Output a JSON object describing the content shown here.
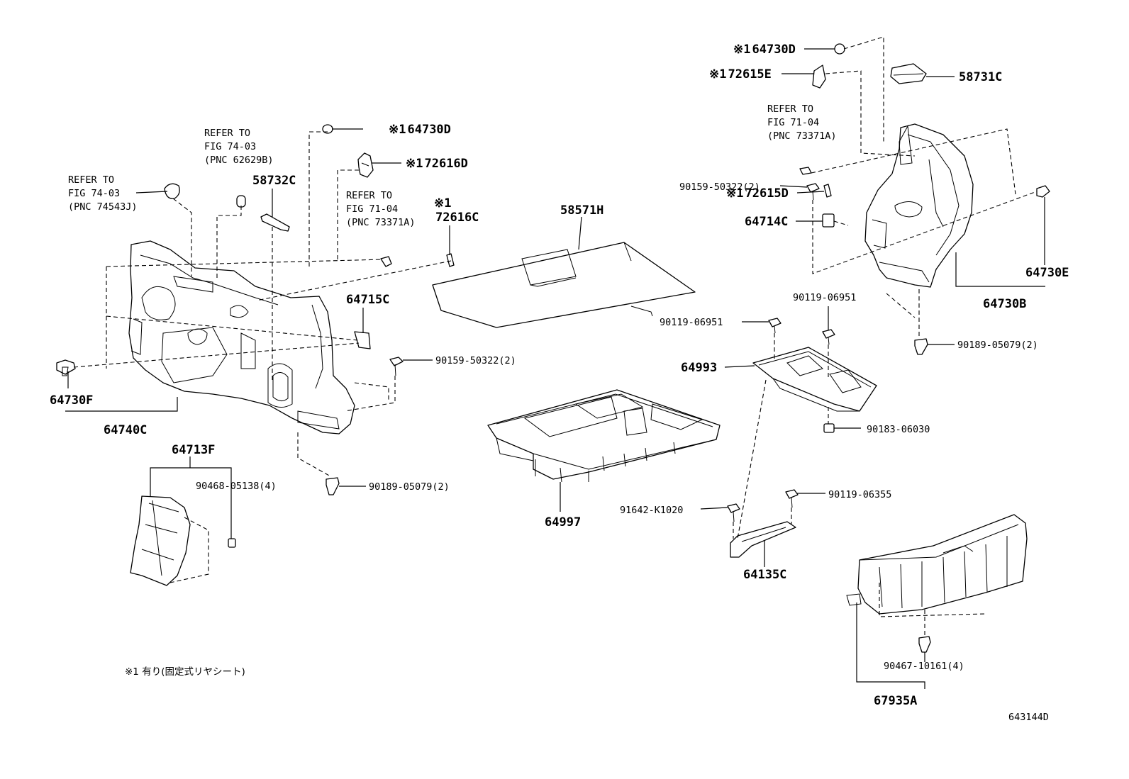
{
  "diagram": {
    "figure_code": "643144D",
    "footnote": "※1 有り(固定式リヤシート)",
    "references": [
      {
        "lines": [
          "REFER TO",
          "FIG 74-03",
          "(PNC 74543J)"
        ]
      },
      {
        "lines": [
          "REFER TO",
          "FIG 74-03",
          "(PNC 62629B)"
        ]
      },
      {
        "lines": [
          "REFER TO",
          "FIG 71-04",
          "(PNC 73371A)"
        ]
      },
      {
        "lines": [
          "REFER TO",
          "FIG 71-04",
          "(PNC 73371A)"
        ]
      }
    ],
    "labels": {
      "p64730D_a": "64730D",
      "p72616D": "72616D",
      "p58732C": "58732C",
      "p72616C": "72616C",
      "p58571H": "58571H",
      "p64715C": "64715C",
      "p90159_a": "90159-50322(2)",
      "p64730F": "64730F",
      "p64740C": "64740C",
      "p64713F": "64713F",
      "p90468": "90468-05138(4)",
      "p90189_a": "90189-05079(2)",
      "p64997": "64997",
      "p64730D_b": "64730D",
      "p72615E": "72615E",
      "p58731C": "58731C",
      "p72615D": "72615D",
      "p64714C": "64714C",
      "p90159_b": "90159-50322(2)",
      "p64730E": "64730E",
      "p64730B": "64730B",
      "p90119_a": "90119-06951",
      "p90119_b": "90119-06951",
      "p90189_b": "90189-05079(2)",
      "p64993": "64993",
      "p90183": "90183-06030",
      "p90119_c": "90119-06355",
      "p91642": "91642-K1020",
      "p64135C": "64135C",
      "p90467": "90467-10161(4)",
      "p67935A": "67935A"
    },
    "mark": "※1"
  }
}
